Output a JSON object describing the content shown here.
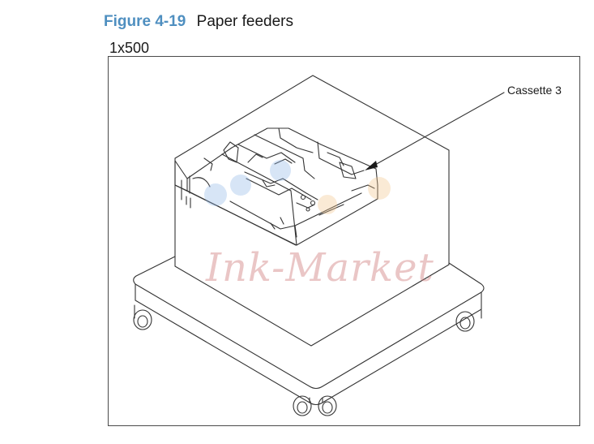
{
  "figure": {
    "number": "Figure 4-19",
    "title": "Paper feeders",
    "config_label": "1x500"
  },
  "illustration": {
    "callouts": [
      {
        "label": "Cassette 3"
      }
    ],
    "watermark_text": "Ink-Market"
  },
  "colors": {
    "figure_number": "#4f8fc0",
    "frame_border": "#4a4a4a",
    "line_art": "#333333",
    "watermark": "#cd7878"
  }
}
